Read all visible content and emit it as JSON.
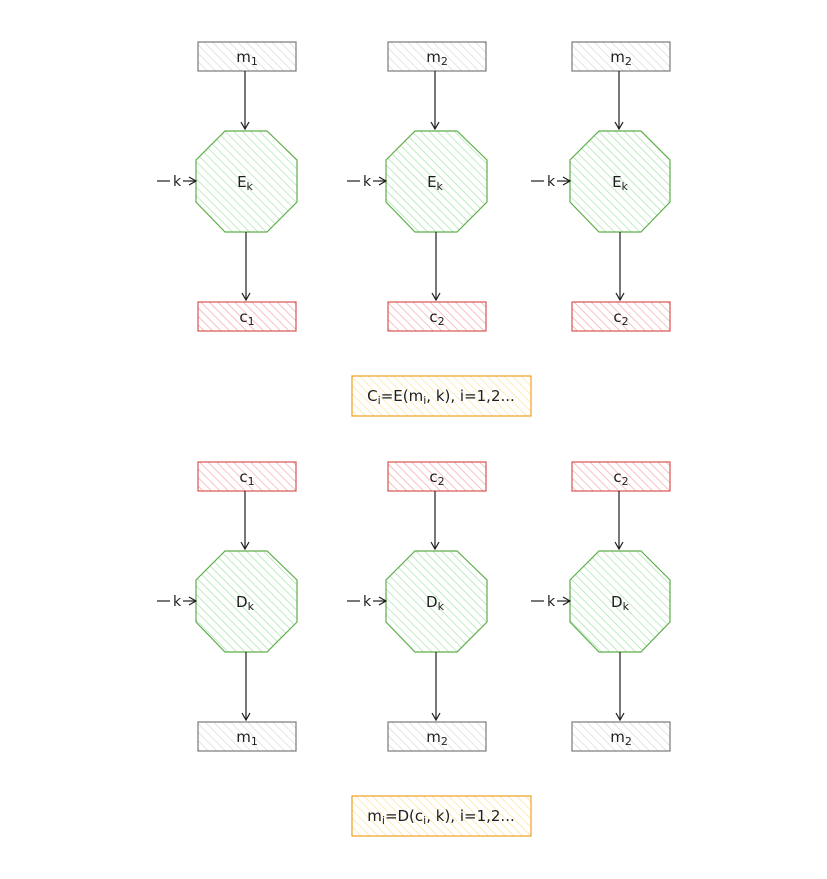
{
  "colors": {
    "plain_box_stroke": "#7a7a7a",
    "plain_box_fill": "#e9ecef",
    "cipher_box_stroke": "#d9534f",
    "cipher_box_fill": "#ffc9c9",
    "octagon_stroke": "#5fae4a",
    "octagon_fill": "#b2f2bb",
    "formula_stroke": "#f0a020",
    "formula_fill": "#ffec99",
    "arrow": "#1e1e1e"
  },
  "encryption": {
    "columns": [
      {
        "input": {
          "base": "m",
          "sub": "1"
        },
        "op": {
          "base": "E",
          "sub": "k"
        },
        "key": "k",
        "output": {
          "base": "c",
          "sub": "1"
        }
      },
      {
        "input": {
          "base": "m",
          "sub": "2"
        },
        "op": {
          "base": "E",
          "sub": "k"
        },
        "key": "k",
        "output": {
          "base": "c",
          "sub": "2"
        }
      },
      {
        "input": {
          "base": "m",
          "sub": "2"
        },
        "op": {
          "base": "E",
          "sub": "k"
        },
        "key": "k",
        "output": {
          "base": "c",
          "sub": "2"
        }
      }
    ],
    "formula": {
      "p1": "C",
      "s1": "i",
      "p2": "=E(m",
      "s2": "i",
      "p3": ", k), i=1,2..."
    }
  },
  "decryption": {
    "columns": [
      {
        "input": {
          "base": "c",
          "sub": "1"
        },
        "op": {
          "base": "D",
          "sub": "k"
        },
        "key": "k",
        "output": {
          "base": "m",
          "sub": "1"
        }
      },
      {
        "input": {
          "base": "c",
          "sub": "2"
        },
        "op": {
          "base": "D",
          "sub": "k"
        },
        "key": "k",
        "output": {
          "base": "m",
          "sub": "2"
        }
      },
      {
        "input": {
          "base": "c",
          "sub": "2"
        },
        "op": {
          "base": "D",
          "sub": "k"
        },
        "key": "k",
        "output": {
          "base": "m",
          "sub": "2"
        }
      }
    ],
    "formula": {
      "p1": "m",
      "s1": "i",
      "p2": "=D(c",
      "s2": "i",
      "p3": ", k), i=1,2..."
    }
  }
}
